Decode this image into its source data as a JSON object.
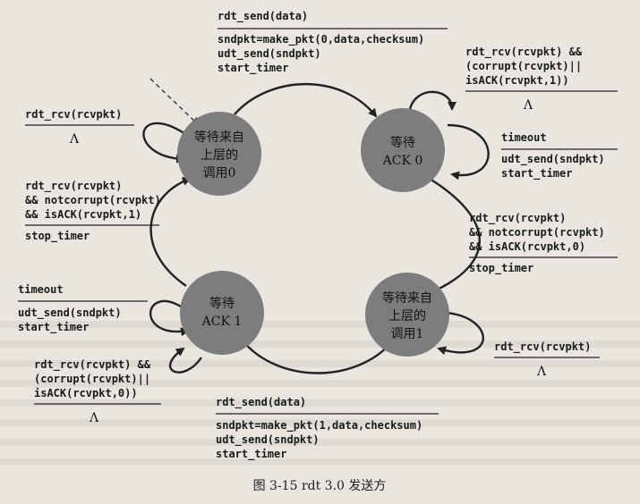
{
  "states": {
    "s0": [
      "等待来自",
      "上层的",
      "调用0"
    ],
    "s1": [
      "等待",
      "ACK 0"
    ],
    "s2": [
      "等待来自",
      "上层的",
      "调用1"
    ],
    "s3": [
      "等待",
      "ACK 1"
    ]
  },
  "transitions": {
    "top_event": "rdt_send(data)",
    "top_actions": [
      "sndpkt=make_pkt(0,data,checksum)",
      "udt_send(sndpkt)",
      "start_timer"
    ],
    "ack0_self_event": [
      "rdt_rcv(rcvpkt) &&",
      "(corrupt(rcvpkt)||",
      "isACK(rcvpkt,1))"
    ],
    "ack0_self_action": "Λ",
    "ack0_timeout_event": "timeout",
    "ack0_timeout_actions": [
      "udt_send(sndpkt)",
      "start_timer"
    ],
    "right_event": [
      "rdt_rcv(rcvpkt)",
      "&& notcorrupt(rcvpkt)",
      "&& isACK(rcvpkt,0)"
    ],
    "right_action": "stop_timer",
    "wait1_self_event": "rdt_rcv(rcvpkt)",
    "wait1_self_action": "Λ",
    "bottom_event": "rdt_send(data)",
    "bottom_actions": [
      "sndpkt=make_pkt(1,data,checksum)",
      "udt_send(sndpkt)",
      "start_timer"
    ],
    "ack1_timeout_event": "timeout",
    "ack1_timeout_actions": [
      "udt_send(sndpkt)",
      "start_timer"
    ],
    "ack1_self_event": [
      "rdt_rcv(rcvpkt) &&",
      "(corrupt(rcvpkt)||",
      "isACK(rcvpkt,0))"
    ],
    "ack1_self_action": "Λ",
    "left_event": [
      "rdt_rcv(rcvpkt)",
      "&& notcorrupt(rcvpkt)",
      "&& isACK(rcvpkt,1)"
    ],
    "left_action": "stop_timer",
    "wait0_self_event": "rdt_rcv(rcvpkt)",
    "wait0_self_action": "Λ"
  },
  "caption": "图 3-15   rdt 3.0 发送方"
}
